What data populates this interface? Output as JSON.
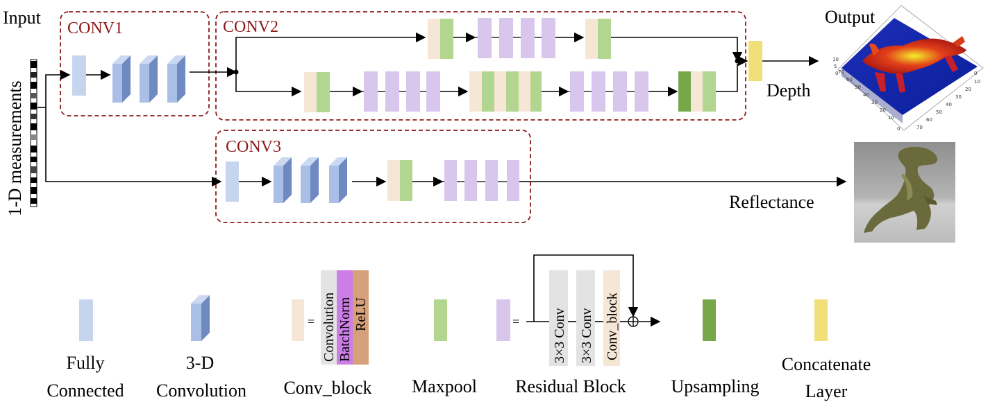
{
  "labels": {
    "input": "Input",
    "measurements": "1-D measurements",
    "conv1": "CONV1",
    "conv2": "CONV2",
    "conv3": "CONV3",
    "output": "Output",
    "depth": "Depth",
    "reflectance": "Reflectance"
  },
  "legend": {
    "fully_connected": [
      "Fully",
      "Connected"
    ],
    "conv3d": [
      "3-D",
      "Convolution"
    ],
    "conv_block": "Conv_block",
    "conv_block_parts": [
      "Convolution",
      "BatchNorm",
      "ReLU"
    ],
    "maxpool": "Maxpool",
    "residual_block": "Residual Block",
    "residual_parts": [
      "3×3 Conv",
      "3×3 Conv",
      "Conv_block"
    ],
    "upsampling": "Upsampling",
    "concatenate": [
      "Concatenate",
      "Layer"
    ],
    "equals": "="
  },
  "plot_ticks": {
    "z": [
      "10",
      "5",
      "0"
    ],
    "left_axis": [
      "70",
      "60",
      "50",
      "40",
      "30",
      "20",
      "10",
      "0"
    ],
    "right_axis": [
      "0",
      "10",
      "20",
      "30",
      "40",
      "50",
      "60",
      "70"
    ]
  },
  "colors": {
    "fully_connected": "#c5d5ee",
    "conv3d_front": "#a9bfe6",
    "conv3d_side": "#6f89c2",
    "conv3d_top": "#cbd8f2",
    "conv_orange": "#f6e6d6",
    "conv_green": "#b2d68f",
    "maxpool": "#b2d68f",
    "residual": "#d9c6ec",
    "upsampling": "#78a74a",
    "concatenate": "#f1e07a",
    "batchnorm": "#cc7ee6",
    "relu": "#d6a07a",
    "conv_gray": "#e3e3e3",
    "group_border": "#8b1a1a"
  }
}
